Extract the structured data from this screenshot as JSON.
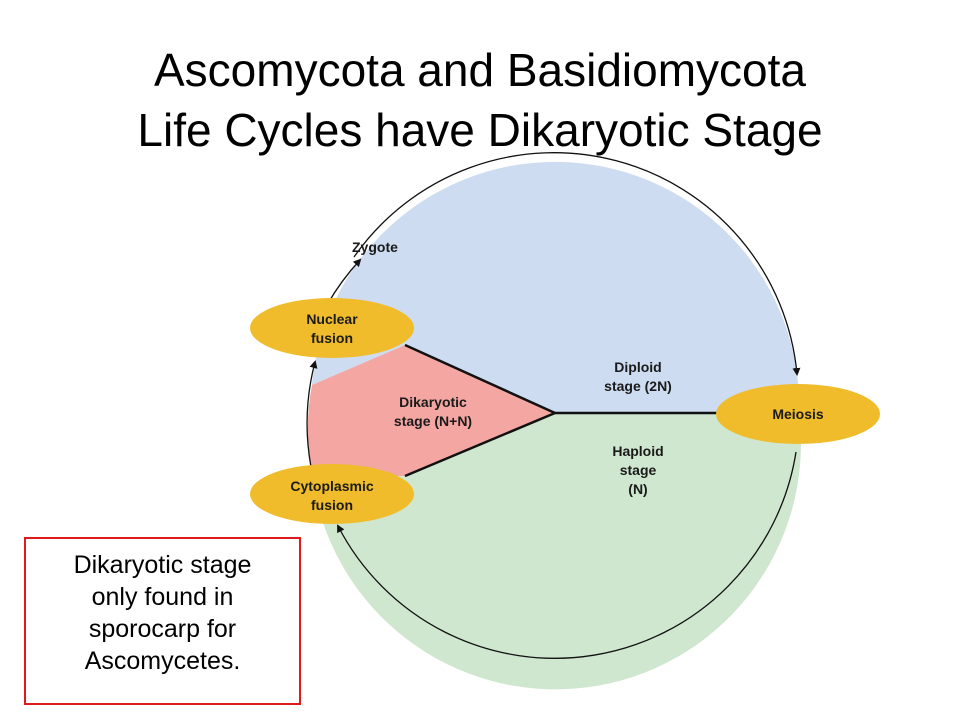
{
  "slide": {
    "title_lines": [
      "Ascomycota and Basidiomycota",
      "Life Cycles have Dikaryotic Stage"
    ]
  },
  "diagram": {
    "zygote": "Zygote",
    "nuclear_fusion": [
      "Nuclear",
      "fusion"
    ],
    "cytoplasmic_fusion": [
      "Cytoplasmic",
      "fusion"
    ],
    "meiosis": "Meiosis",
    "diploid": [
      "Diploid",
      "stage (2N)"
    ],
    "haploid": [
      "Haploid",
      "stage",
      "(N)"
    ],
    "dikaryotic": [
      "Dikaryotic",
      "stage (N+N)"
    ]
  },
  "note": {
    "lines": [
      "Dikaryotic stage",
      "only found in",
      "sporocarp for",
      "Ascomycetes."
    ]
  },
  "colors": {
    "diploid": "#cddcf0",
    "haploid": "#cfe6cf",
    "dikaryotic": "#f3a6a2",
    "ellipse": "#f0bc2c",
    "note_border": "#e0191b"
  }
}
